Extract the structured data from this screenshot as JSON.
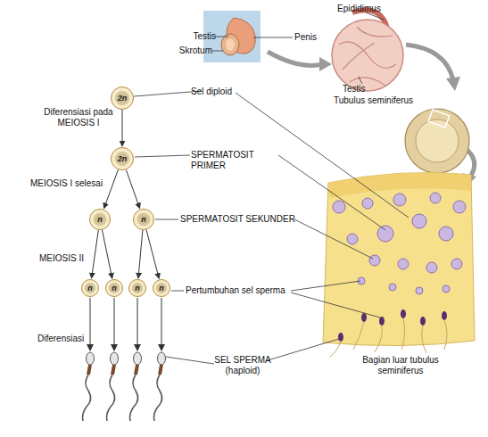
{
  "diagram": {
    "nodes": [
      {
        "text": [
          "2n"
        ]
      },
      {
        "text": [
          "2n"
        ]
      },
      {
        "text": [
          "n"
        ]
      },
      {
        "text": [
          "n"
        ]
      },
      {
        "text": [
          "n"
        ]
      },
      {
        "text": [
          "n"
        ]
      },
      {
        "text": [
          "n"
        ]
      },
      {
        "text": [
          "n"
        ]
      }
    ],
    "edges": [
      {
        "from": 0,
        "to": 1,
        "arrow": "to"
      },
      {
        "from": 1,
        "to": 2,
        "arrow": "to"
      },
      {
        "from": 1,
        "to": 3,
        "arrow": "to"
      },
      {
        "from": 2,
        "to": 4,
        "arrow": "to"
      },
      {
        "from": 2,
        "to": 5,
        "arrow": "to"
      },
      {
        "from": 3,
        "to": 6,
        "arrow": "to"
      },
      {
        "from": 3,
        "to": 7,
        "arrow": "to"
      }
    ],
    "labels": [
      "Testis",
      "Penis",
      "Skrotum",
      "Epididimus",
      "Testis",
      "Tubulus seminiferus",
      "Sel diploid",
      "Diferensiasi pada MEIOSIS I",
      "SPERMATOSIT PRIMER",
      "MEIOSIS I selesai",
      "SPERMATOSIT SEKUNDER",
      "MEIOSIS II",
      "Pertumbuhan sel sperma",
      "Diferensiasi",
      "SEL SPERMA (haploid)",
      "Bagian luar tubulus seminiferus"
    ]
  }
}
